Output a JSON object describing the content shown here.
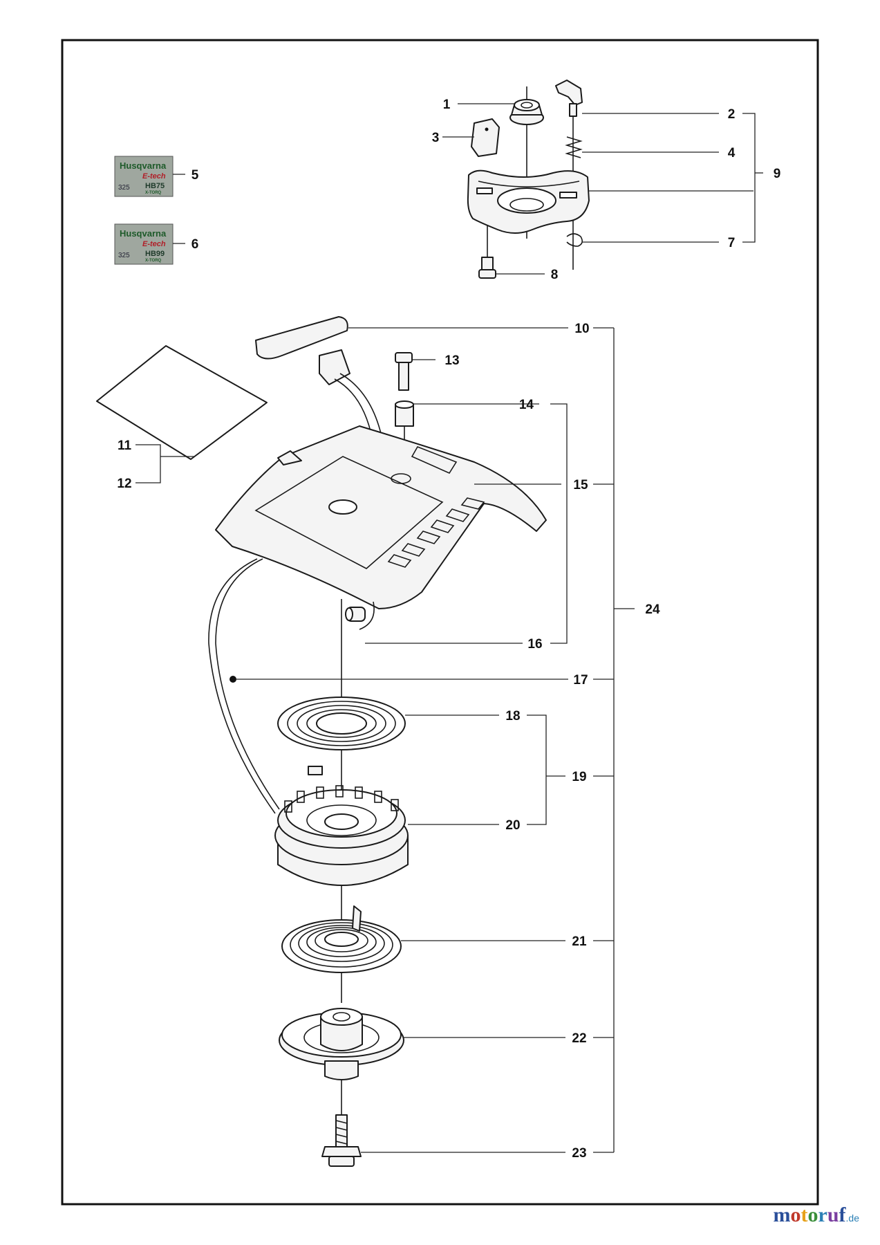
{
  "diagram": {
    "callouts": [
      "1",
      "2",
      "3",
      "4",
      "5",
      "6",
      "7",
      "8",
      "9",
      "10",
      "11",
      "12",
      "13",
      "14",
      "15",
      "16",
      "17",
      "18",
      "19",
      "20",
      "21",
      "22",
      "23",
      "24"
    ]
  },
  "decals": [
    {
      "brand": "Husqvarna",
      "line": "E-tech",
      "code": "325",
      "model": "HB75",
      "tag": "X-TORQ"
    },
    {
      "brand": "Husqvarna",
      "line": "E-tech",
      "code": "325",
      "model": "HB99",
      "tag": "X-TORQ"
    }
  ],
  "watermark": {
    "letters": [
      "m",
      "o",
      "t",
      "o",
      "r",
      "u",
      "f"
    ],
    "tld": ".de"
  }
}
